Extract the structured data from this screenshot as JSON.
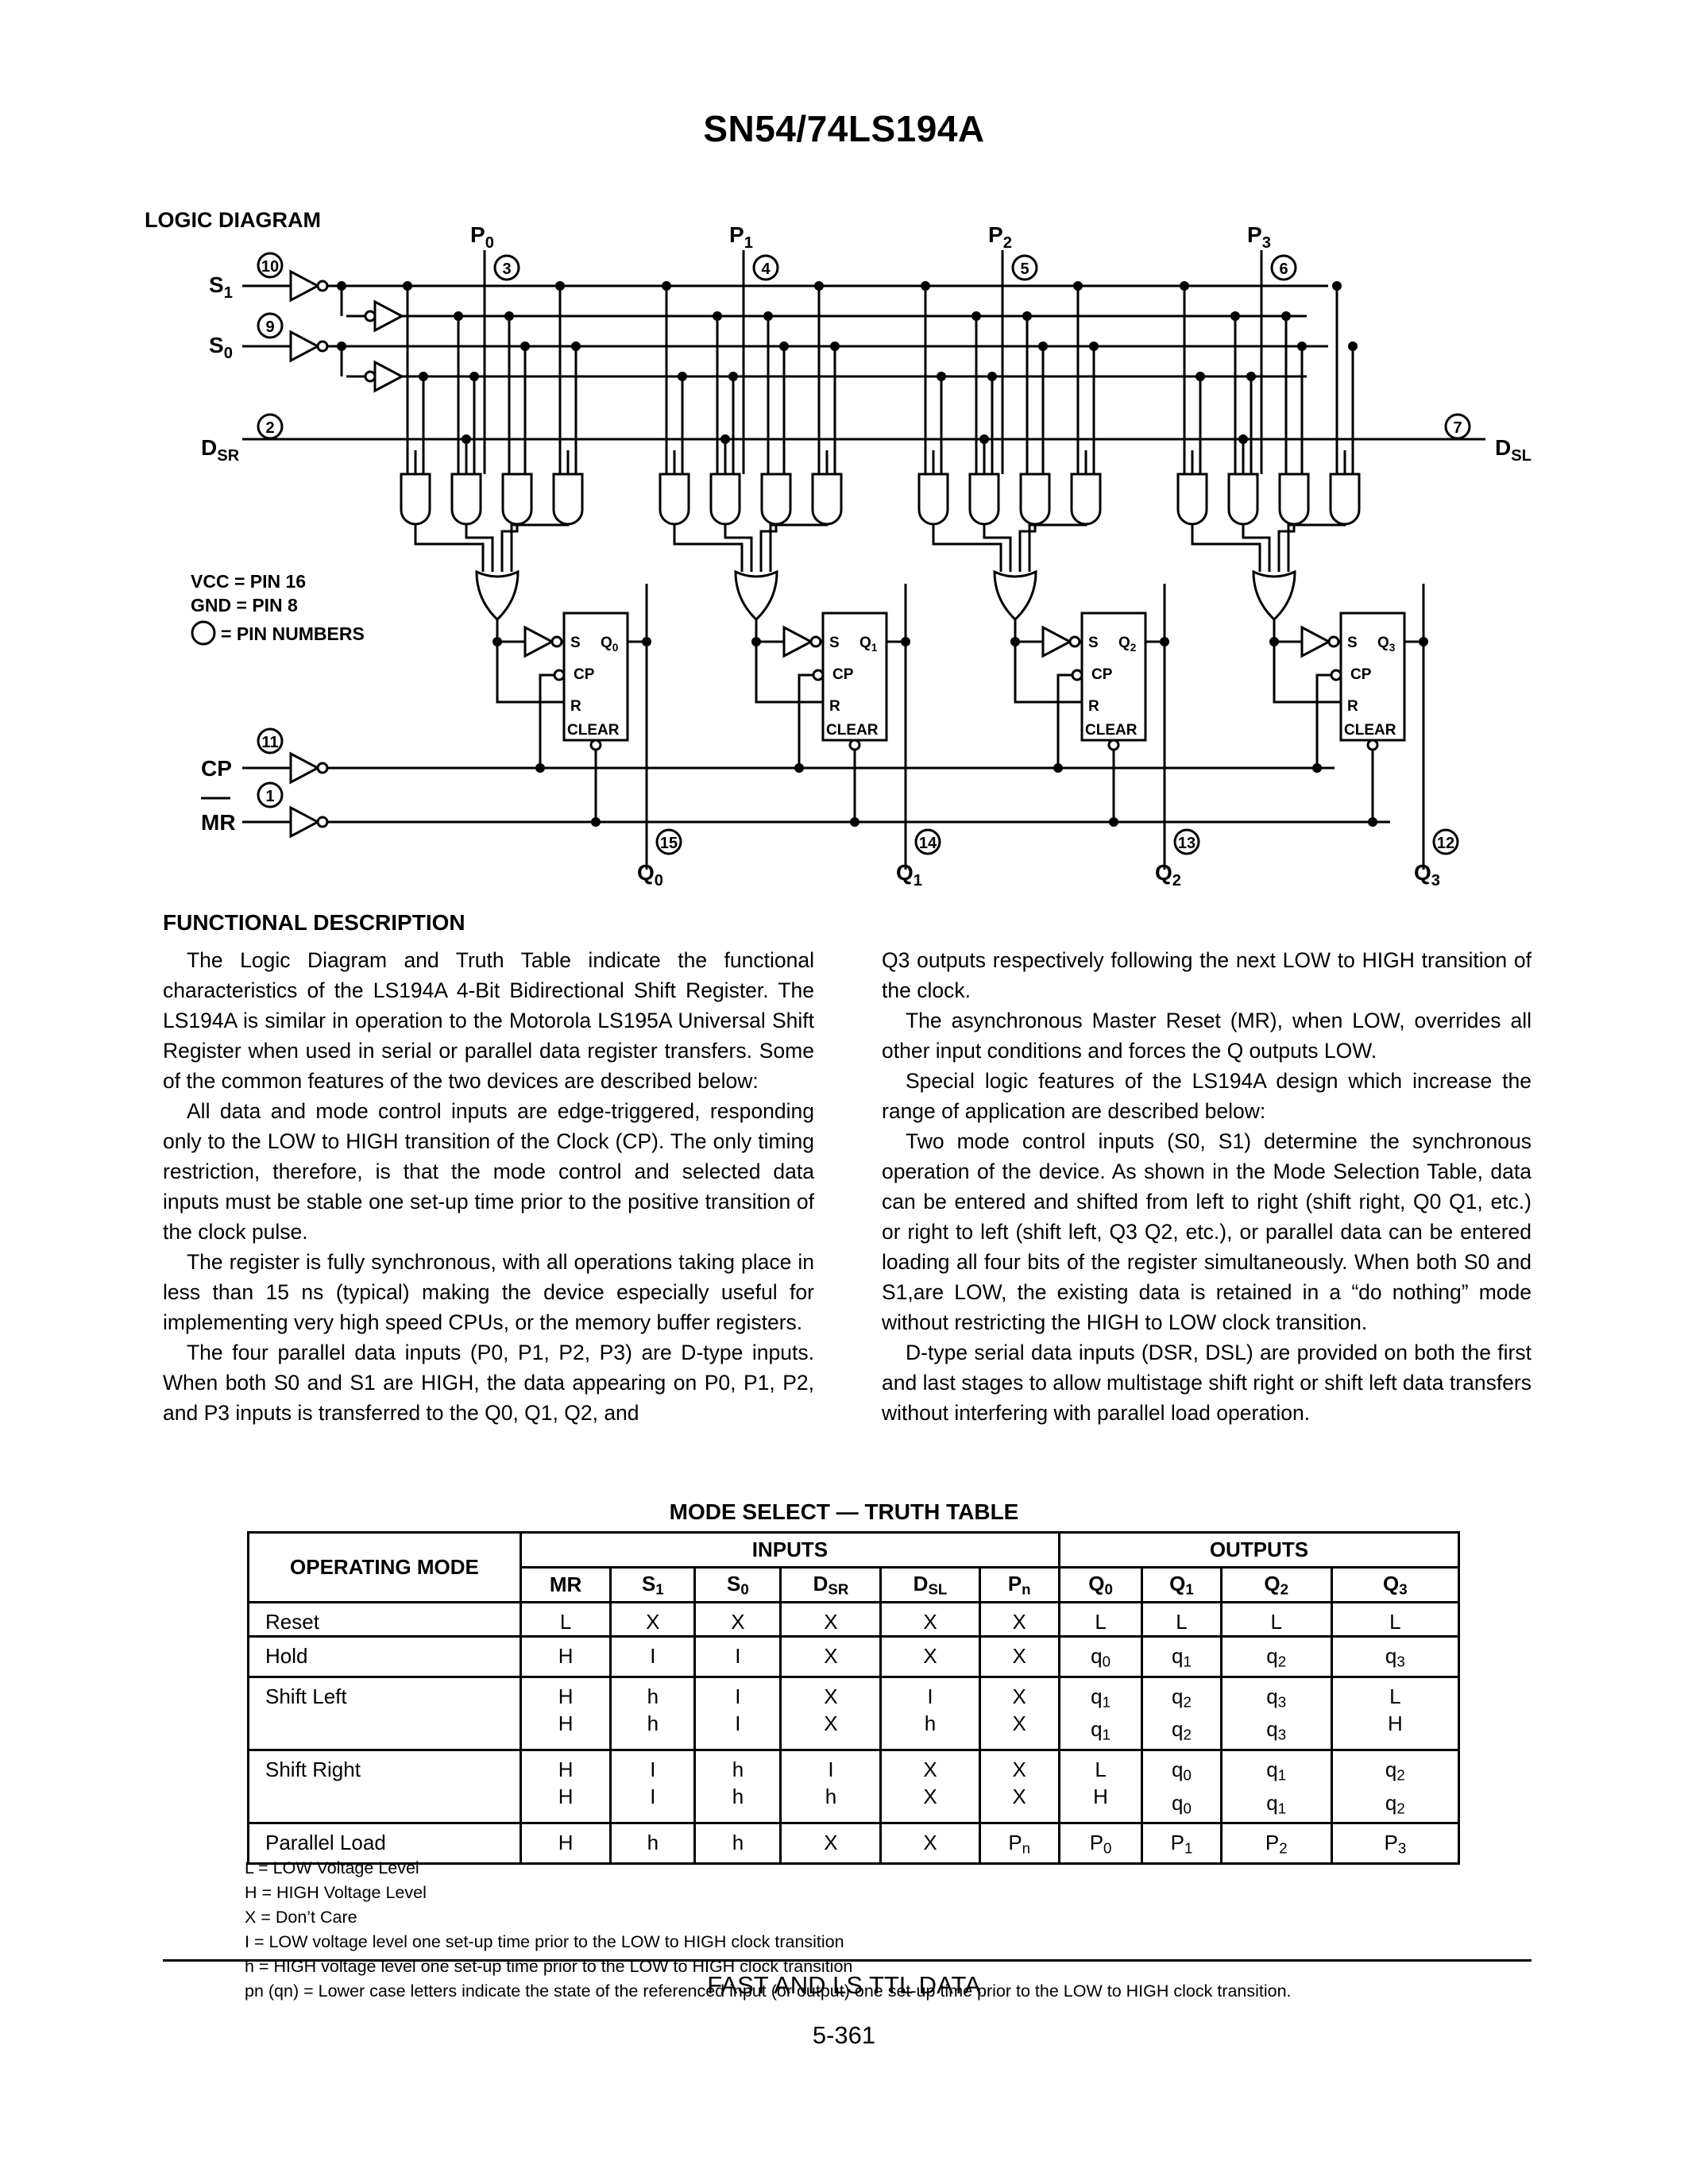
{
  "header": {
    "title": "SN54/74LS194A"
  },
  "diagram": {
    "heading": "LOGIC DIAGRAM",
    "inputs": {
      "s1": "S1",
      "s0": "S0",
      "dsr": "DSR",
      "dsl": "DSL",
      "cp": "CP",
      "mr": "MR"
    },
    "pins": {
      "s1": "10",
      "s0": "9",
      "dsr": "2",
      "dsl": "7",
      "cp": "11",
      "mr": "1",
      "p0": "3",
      "p1": "4",
      "p2": "5",
      "p3": "6",
      "q0": "15",
      "q1": "14",
      "q2": "13",
      "q3": "12"
    },
    "parallel_inputs": [
      "P0",
      "P1",
      "P2",
      "P3"
    ],
    "outputs": [
      "Q0",
      "Q1",
      "Q2",
      "Q3"
    ],
    "ff_labels": {
      "s": "S",
      "cp": "CP",
      "r": "R",
      "clear": "CLEAR",
      "q": [
        "Q0",
        "Q1",
        "Q2",
        "Q3"
      ]
    },
    "notes": {
      "vcc": "VCC = PIN 16",
      "gnd": "GND = PIN 8",
      "pins": "= PIN NUMBERS"
    }
  },
  "functional": {
    "heading": "FUNCTIONAL DESCRIPTION",
    "left": [
      "The Logic Diagram and Truth Table indicate the functional characteristics of the LS194A 4-Bit Bidirectional Shift Register. The LS194A is similar in operation to the Motorola LS195A Universal Shift Register when used in serial or parallel data register transfers. Some of the common features of the two devices are described below:",
      "All data and mode control inputs are edge-triggered, responding only to the LOW to HIGH transition of the Clock (CP). The only timing restriction, therefore, is that the mode control and selected data inputs must be stable one set-up time prior to the positive transition of the clock pulse.",
      "The register is fully synchronous, with all operations taking place in less than 15 ns (typical) making the device especially useful for implementing very high speed CPUs, or the memory buffer registers.",
      "The four parallel data inputs (P0, P1, P2, P3) are D-type inputs. When both S0 and S1 are HIGH, the data appearing on P0, P1, P2, and P3 inputs is transferred to the Q0, Q1, Q2, and"
    ],
    "right_cont": "Q3 outputs respectively following the next LOW to HIGH transition of the clock.",
    "right": [
      "The asynchronous Master Reset (MR), when LOW, overrides all other input conditions and forces the Q outputs LOW.",
      "Special logic features of the LS194A design which increase the range of application are described below:",
      "Two mode control inputs (S0, S1) determine the synchronous operation of the device. As shown in the Mode Selection Table, data can be entered and shifted from left to right (shift right, Q0     Q1, etc.) or right to left (shift left, Q3     Q2, etc.), or parallel data can be entered loading all four bits of the register simultaneously. When both S0 and S1,are LOW, the existing data is retained in a “do nothing” mode without restricting the HIGH to LOW clock transition.",
      "D-type serial data inputs (DSR, DSL) are provided on both the first and last stages to allow multistage shift right or shift left data transfers without interfering with parallel load operation."
    ]
  },
  "truth_table": {
    "title": "MODE SELECT — TRUTH TABLE",
    "header": {
      "mode": "OPERATING MODE",
      "inputs": "INPUTS",
      "outputs": "OUTPUTS"
    },
    "columns": [
      "MR",
      "S1",
      "S0",
      "DSR",
      "DSL",
      "Pn",
      "Q0",
      "Q1",
      "Q2",
      "Q3"
    ],
    "rows": [
      {
        "mode": "Reset",
        "lines": [
          [
            "L",
            "X",
            "X",
            "X",
            "X",
            "X",
            "L",
            "L",
            "L",
            "L"
          ]
        ]
      },
      {
        "mode": "Hold",
        "lines": [
          [
            "H",
            "I",
            "I",
            "X",
            "X",
            "X",
            "q0",
            "q1",
            "q2",
            "q3"
          ]
        ]
      },
      {
        "mode": "Shift Left",
        "lines": [
          [
            "H",
            "h",
            "I",
            "X",
            "I",
            "X",
            "q1",
            "q2",
            "q3",
            "L"
          ],
          [
            "H",
            "h",
            "I",
            "X",
            "h",
            "X",
            "q1",
            "q2",
            "q3",
            "H"
          ]
        ]
      },
      {
        "mode": "Shift Right",
        "lines": [
          [
            "H",
            "I",
            "h",
            "I",
            "X",
            "X",
            "L",
            "q0",
            "q1",
            "q2"
          ],
          [
            "H",
            "I",
            "h",
            "h",
            "X",
            "X",
            "H",
            "q0",
            "q1",
            "q2"
          ]
        ]
      },
      {
        "mode": "Parallel Load",
        "lines": [
          [
            "H",
            "h",
            "h",
            "X",
            "X",
            "Pn",
            "P0",
            "P1",
            "P2",
            "P3"
          ]
        ]
      }
    ],
    "notes": [
      "L = LOW Voltage Level",
      "H = HIGH Voltage Level",
      "X = Don’t Care",
      "I = LOW voltage level one set-up time prior to the LOW to HIGH clock transition",
      "h = HIGH voltage level one set-up time prior to the LOW to HIGH clock transition",
      "pn (qn) = Lower case letters indicate the state of the referenced input (or output) one set-up time prior to the LOW to HIGH clock transition."
    ]
  },
  "footer": {
    "text": "FAST AND LS TTL DATA",
    "page": "5-361"
  }
}
